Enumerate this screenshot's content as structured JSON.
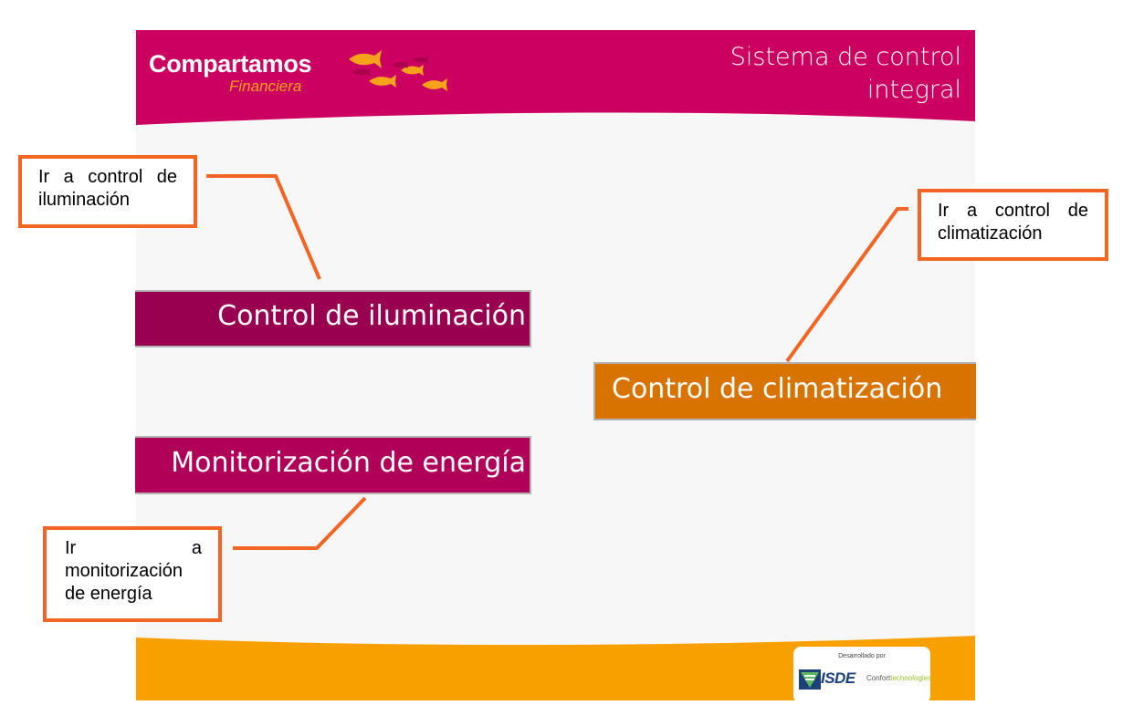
{
  "header": {
    "brand": "Compartamos",
    "brand_sub": "Financiera",
    "title": "Sistema de control integral"
  },
  "buttons": {
    "iluminacion": "Control de iluminación",
    "climatizacion": "Control de climatización",
    "energia": "Monitorización de energía"
  },
  "callouts": {
    "iluminacion": "Ir a control de iluminación",
    "climatizacion": "Ir a control de climatización",
    "energia": "Ir a monitorización de energía"
  },
  "footer": {
    "credit_label": "Desarrollado por",
    "isde": "ISDE",
    "confort_a": "Confort",
    "confort_b": "technologies"
  },
  "colors": {
    "header": "#cc0060",
    "footer": "#f7a000",
    "button_iluminacion": "#990050",
    "button_energia": "#b00058",
    "button_climatizacion": "#d97300",
    "callout_border": "#f26522"
  }
}
